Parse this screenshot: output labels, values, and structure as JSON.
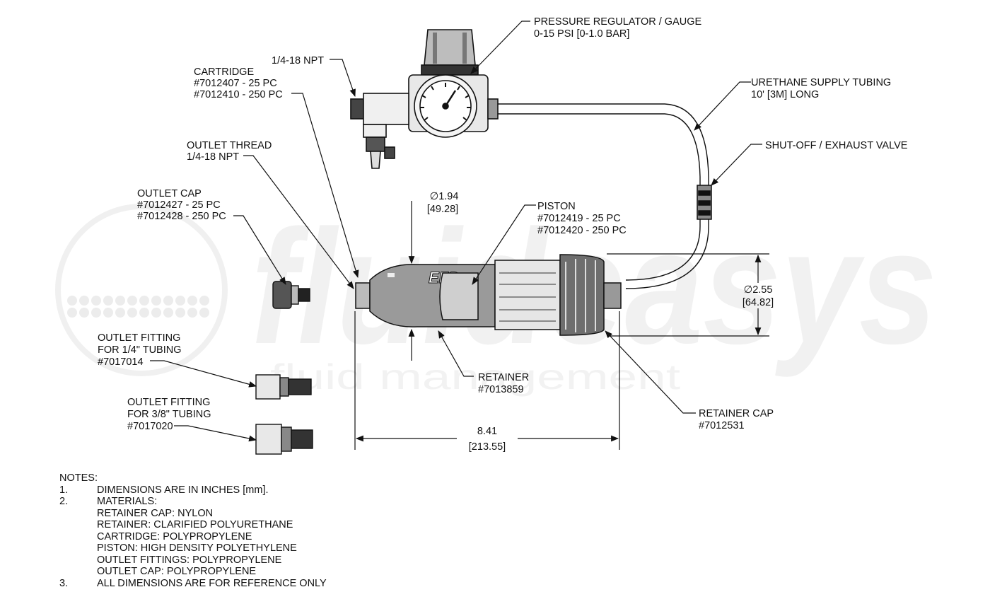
{
  "watermark": {
    "brand": "fluideasys",
    "tagline": "fluid management"
  },
  "callouts": {
    "regulator": [
      "PRESSURE REGULATOR / GAUGE",
      "0-15 PSI [0-1.0 BAR]"
    ],
    "inlet_thread": [
      "1/4-18 NPT"
    ],
    "cartridge": [
      "CARTRIDGE",
      "#7012407 - 25 PC",
      "#7012410 - 250 PC"
    ],
    "supply_tubing": [
      "URETHANE SUPPLY TUBING",
      "10' [3M] LONG"
    ],
    "shutoff_valve": [
      "SHUT-OFF / EXHAUST VALVE"
    ],
    "outlet_thread": [
      "OUTLET THREAD",
      "1/4-18 NPT"
    ],
    "outlet_cap": [
      "OUTLET CAP",
      "#7012427 - 25 PC",
      "#7012428 - 250 PC"
    ],
    "piston": [
      "PISTON",
      "#7012419 - 25 PC",
      "#7012420 - 250 PC"
    ],
    "fitting_quarter": [
      "OUTLET FITTING",
      "FOR 1/4\" TUBING",
      "#7017014"
    ],
    "fitting_three_eighths": [
      "OUTLET FITTING",
      "FOR 3/8\" TUBING",
      "#7017020"
    ],
    "retainer": [
      "RETAINER",
      "#7013859"
    ],
    "retainer_cap": [
      "RETAINER CAP",
      "#7012531"
    ]
  },
  "dimensions": {
    "cartridge_dia": [
      "∅1.94",
      "[49.28]"
    ],
    "cap_dia": [
      "∅2.55",
      "[64.82]"
    ],
    "length": [
      "8.41",
      "[213.55]"
    ]
  },
  "notes": {
    "heading": "NOTES:",
    "item1_num": "1.",
    "item1": "DIMENSIONS ARE IN INCHES [mm].",
    "item2_num": "2.",
    "item2": "MATERIALS:",
    "materials": [
      "RETAINER CAP: NYLON",
      "RETAINER: CLARIFIED POLYURETHANE",
      "CARTRIDGE: POLYPROPYLENE",
      "PISTON: HIGH DENSITY POLYETHYLENE",
      "OUTLET FITTINGS: POLYPROPYLENE",
      "OUTLET CAP: POLYPROPYLENE"
    ],
    "item3_num": "3.",
    "item3": "ALL DIMENSIONS ARE FOR REFERENCE ONLY"
  },
  "part_marking": "EFD"
}
